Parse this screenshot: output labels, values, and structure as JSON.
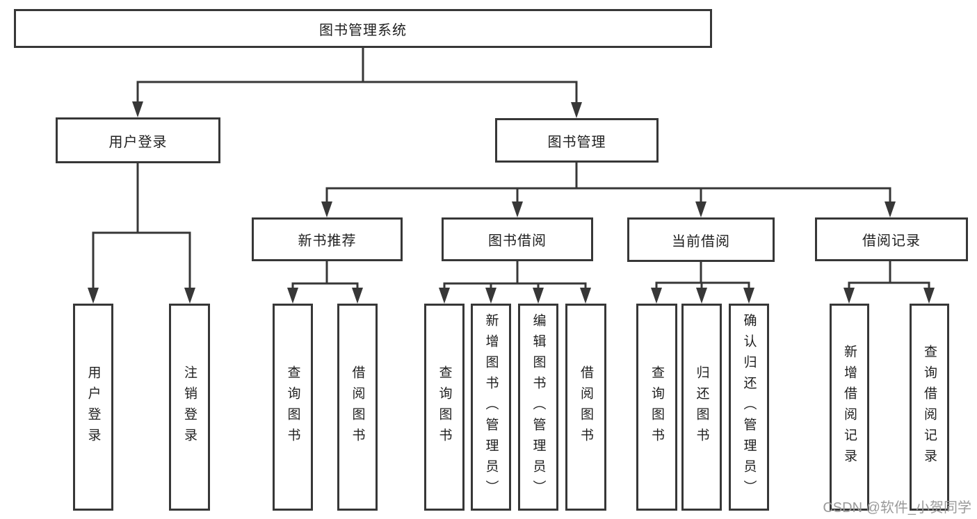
{
  "diagram": {
    "type": "hierarchy-tree",
    "root": {
      "label": "图书管理系统"
    },
    "branches": [
      {
        "label": "用户登录",
        "children": [
          {
            "label": "用户登录"
          },
          {
            "label": "注销登录"
          }
        ]
      },
      {
        "label": "图书管理",
        "children": [
          {
            "label": "新书推荐",
            "children": [
              {
                "label": "查询图书"
              },
              {
                "label": "借阅图书"
              }
            ]
          },
          {
            "label": "图书借阅",
            "children": [
              {
                "label": "查询图书"
              },
              {
                "label": "新增图书（管理员）"
              },
              {
                "label": "编辑图书（管理员）"
              },
              {
                "label": "借阅图书"
              }
            ]
          },
          {
            "label": "当前借阅",
            "children": [
              {
                "label": "查询图书"
              },
              {
                "label": "归还图书"
              },
              {
                "label": "确认归还（管理员）"
              }
            ]
          },
          {
            "label": "借阅记录",
            "children": [
              {
                "label": "新增借阅记录"
              },
              {
                "label": "查询借阅记录"
              }
            ]
          }
        ]
      }
    ]
  },
  "watermark": {
    "text": "CSDN @软件_小贺同学"
  },
  "colors": {
    "line": "#373737",
    "box_border": "#373737",
    "text": "#1f1f1f",
    "watermark": "#9a9a9a",
    "background": "#ffffff"
  }
}
